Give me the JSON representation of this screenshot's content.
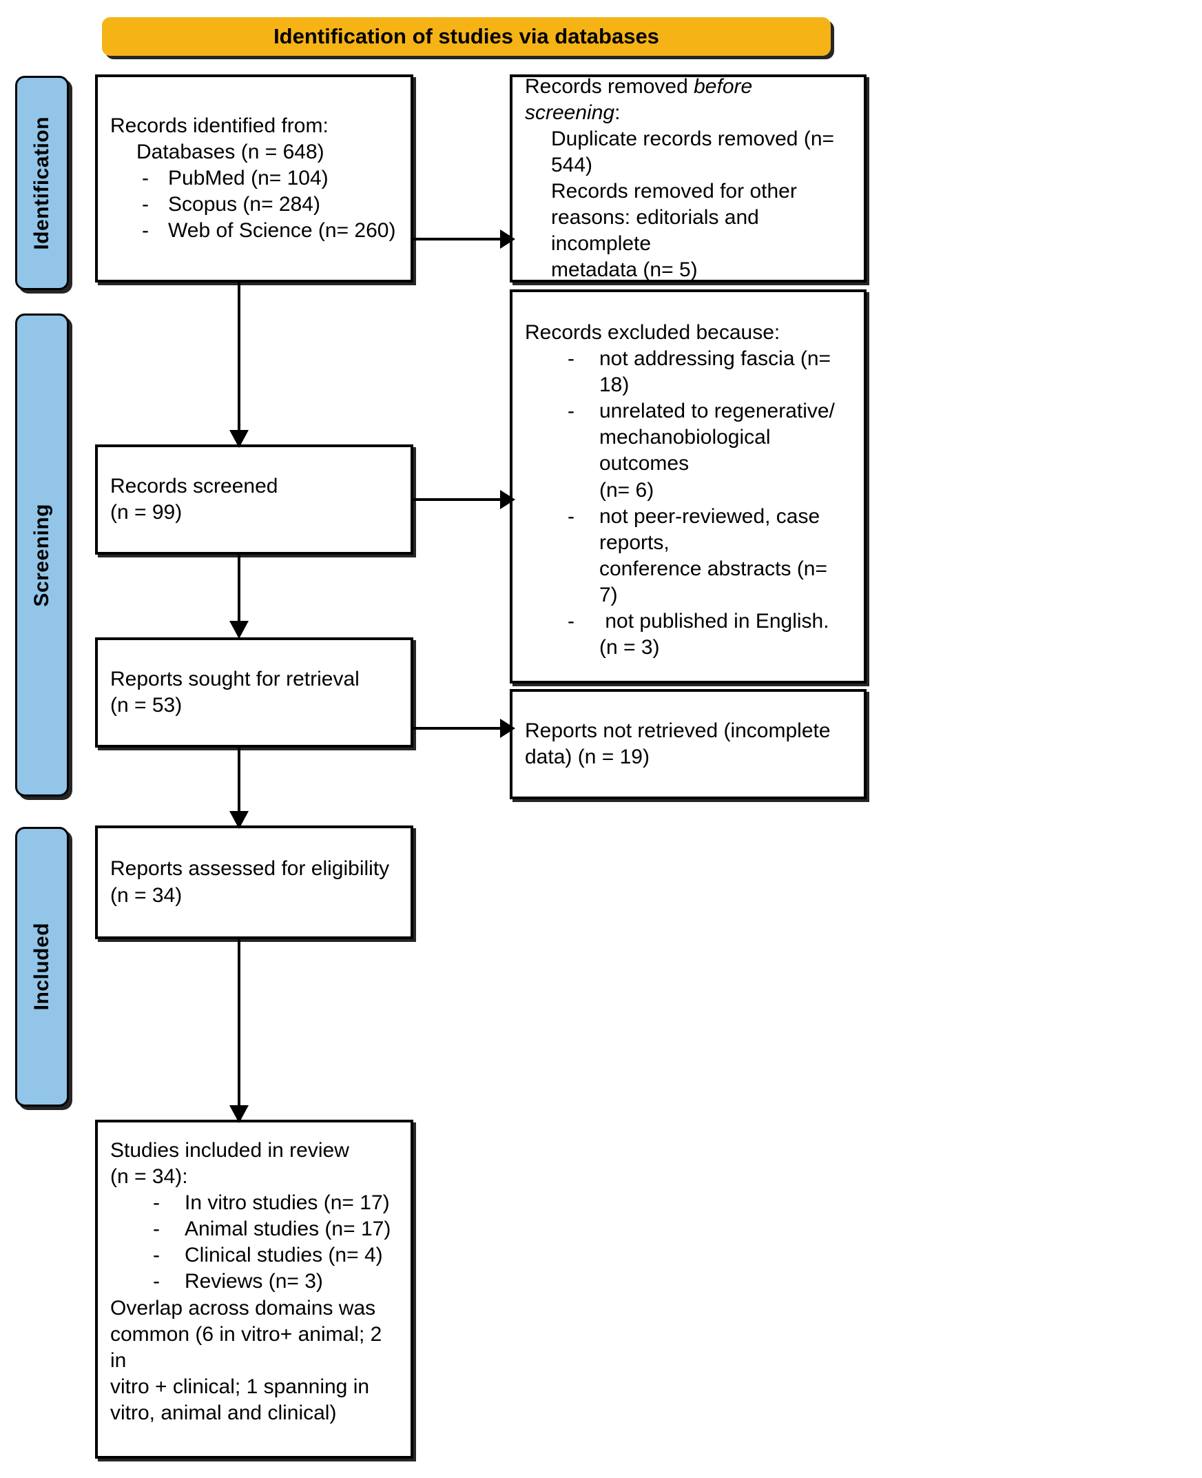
{
  "diagram": {
    "type": "prisma-flow-diagram",
    "banner": {
      "title": "Identification of studies via databases",
      "color": "#F5B316"
    },
    "phases": [
      {
        "id": "identification",
        "label": "Identification",
        "color": "#92C5E8"
      },
      {
        "id": "screening",
        "label": "Screening",
        "color": "#92C5E8"
      },
      {
        "id": "included",
        "label": "Included",
        "color": "#92C5E8"
      }
    ],
    "boxes": {
      "records_identified": {
        "heading": "Records identified from:",
        "subheading": "Databases (n = 648)",
        "items": [
          {
            "dash": "-",
            "text": "PubMed (n= 104)"
          },
          {
            "dash": "-",
            "text": "Scopus (n= 284)"
          },
          {
            "dash": "-",
            "text": "Web of Science (n= 260)"
          }
        ]
      },
      "records_removed": {
        "heading_pre": "Records removed ",
        "heading_italic": "before screening",
        "heading_post": ":",
        "lines": [
          "Duplicate records removed (n=",
          "544)",
          "Records removed for other",
          "reasons: editorials and incomplete",
          "metadata (n= 5)"
        ]
      },
      "records_screened": {
        "line1": "Records screened",
        "line2": "(n = 99)"
      },
      "records_excluded": {
        "heading": "Records excluded because:",
        "items": [
          {
            "dash": "-",
            "text": "not addressing fascia (n= 18)"
          },
          {
            "dash": "-",
            "text": "unrelated to regenerative/\nmechanobiological outcomes\n(n= 6)"
          },
          {
            "dash": "-",
            "text": "not peer-reviewed, case reports,\nconference abstracts (n= 7)"
          },
          {
            "dash": "-",
            "text": " not published in English. (n = 3)"
          }
        ]
      },
      "reports_sought": {
        "line1": "Reports sought for retrieval",
        "line2": "(n = 53)"
      },
      "reports_not_retrieved": {
        "line1": "Reports not retrieved (incomplete",
        "line2": "data) (n = 19)"
      },
      "reports_assessed": {
        "line1": "Reports assessed for eligibility",
        "line2": "(n = 34)"
      },
      "studies_included": {
        "line1": "Studies included in review",
        "line2": "(n = 34):",
        "items": [
          {
            "dash": "-",
            "text": "In vitro studies (n= 17)"
          },
          {
            "dash": "-",
            "text": "Animal studies (n= 17)"
          },
          {
            "dash": "-",
            "text": "Clinical studies (n= 4)"
          },
          {
            "dash": "-",
            "text": "Reviews (n= 3)"
          }
        ],
        "footer": [
          "Overlap across domains was",
          "common (6 in vitro+ animal; 2 in",
          "vitro + clinical; 1 spanning in",
          "vitro, animal and clinical)"
        ]
      }
    }
  }
}
